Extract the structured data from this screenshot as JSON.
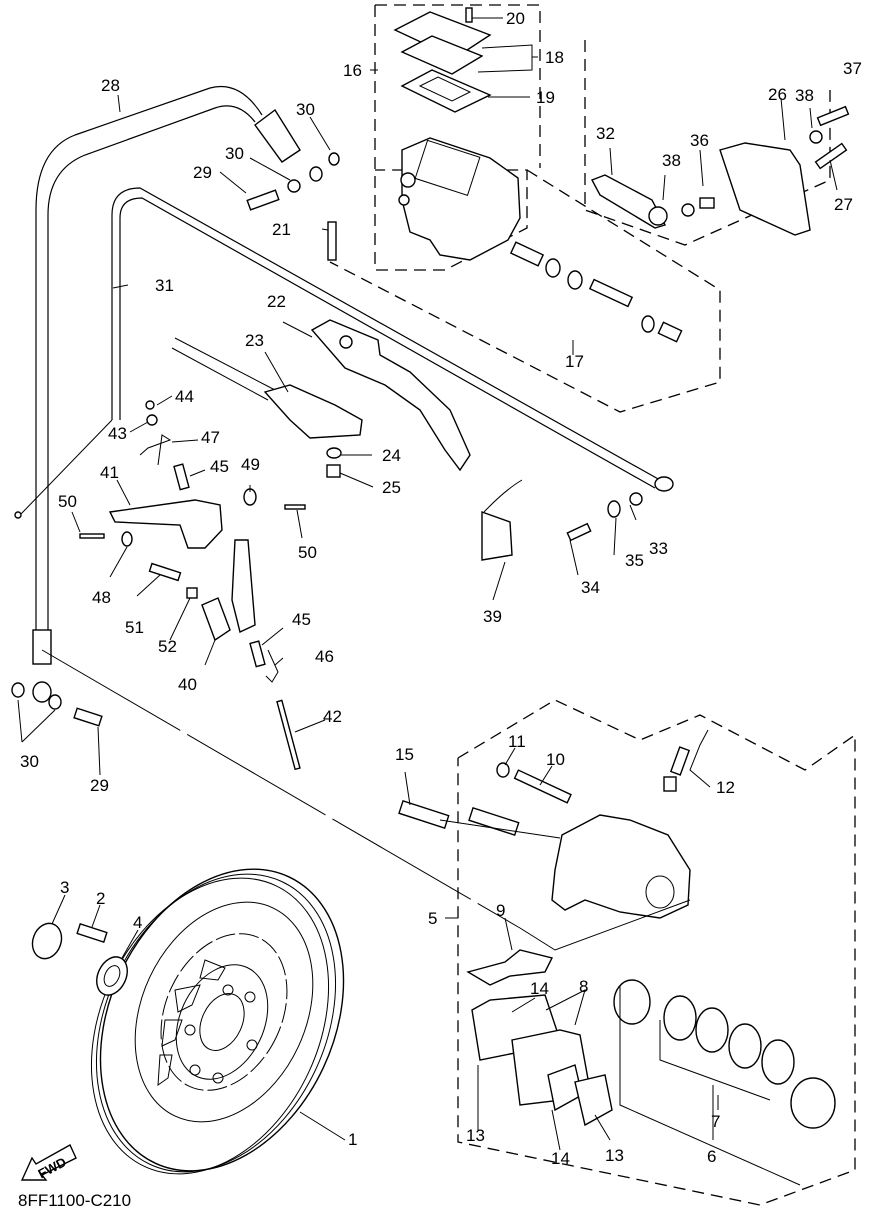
{
  "diagram": {
    "type": "exploded-parts-diagram",
    "subject": "brake master cylinder, pedal linkage, caliper and disc assembly",
    "drawing_code": "8FF1100-C210",
    "direction_marker": "FWD",
    "line_color": "#000000",
    "background_color": "#ffffff"
  },
  "callouts": {
    "c1": "1",
    "c2": "2",
    "c3": "3",
    "c4": "4",
    "c5": "5",
    "c6": "6",
    "c7": "7",
    "c8": "8",
    "c9": "9",
    "c10": "10",
    "c11": "11",
    "c12": "12",
    "c13a": "13",
    "c13b": "13",
    "c14a": "14",
    "c14b": "14",
    "c15": "15",
    "c16": "16",
    "c17": "17",
    "c18": "18",
    "c19": "19",
    "c20": "20",
    "c21": "21",
    "c22": "22",
    "c23": "23",
    "c24": "24",
    "c25": "25",
    "c26": "26",
    "c27": "27",
    "c28": "28",
    "c29a": "29",
    "c29b": "29",
    "c30a": "30",
    "c30b": "30",
    "c30c": "30",
    "c31": "31",
    "c32": "32",
    "c33": "33",
    "c34": "34",
    "c35": "35",
    "c36": "36",
    "c37": "37",
    "c38a": "38",
    "c38b": "38",
    "c39": "39",
    "c40": "40",
    "c41": "41",
    "c42": "42",
    "c43": "43",
    "c44": "44",
    "c45a": "45",
    "c45b": "45",
    "c46": "46",
    "c47": "47",
    "c48": "48",
    "c49": "49",
    "c50a": "50",
    "c50b": "50",
    "c51": "51",
    "c52": "52"
  }
}
